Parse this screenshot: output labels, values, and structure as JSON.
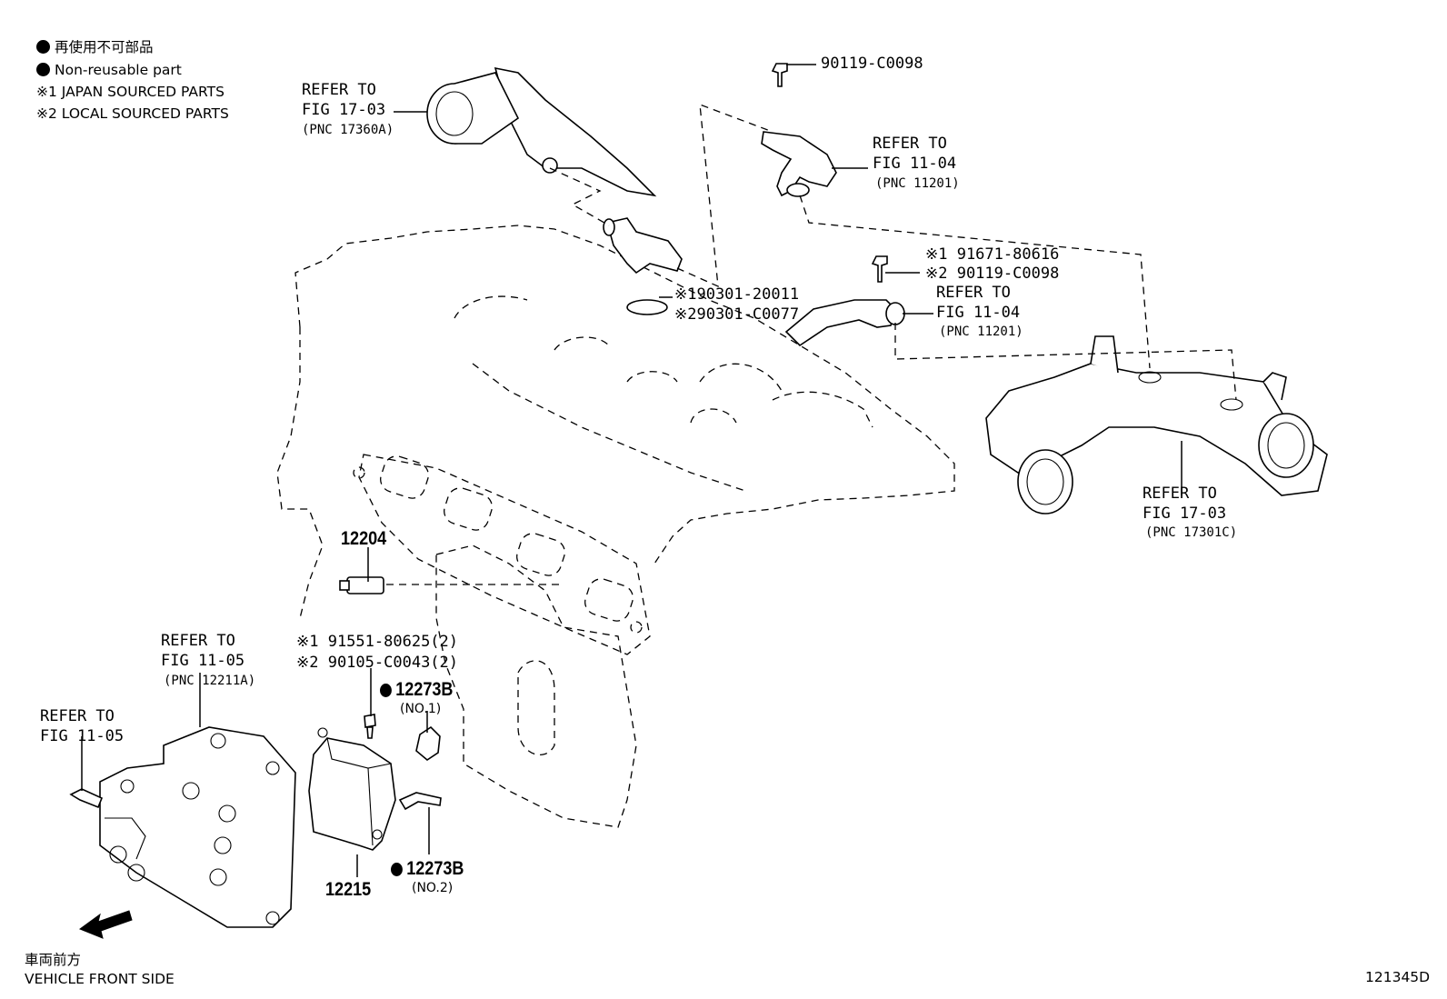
{
  "legend": {
    "non_reusable_jp": "再使用不可部品",
    "non_reusable_en": "Non-reusable part",
    "japan_sourced": "※1 JAPAN SOURCED PARTS",
    "local_sourced": "※2 LOCAL SOURCED PARTS"
  },
  "callouts": {
    "refer_1703a": {
      "l1": "REFER TO",
      "l2": "FIG 17-03",
      "l3": "(PNC 17360A)"
    },
    "bolt_top": "90119-C0098",
    "refer_1104a": {
      "l1": "REFER TO",
      "l2": "FIG 11-04",
      "l3": "(PNC 11201)"
    },
    "bolt_mid_1": "※1 91671-80616",
    "bolt_mid_2": "※2 90119-C0098",
    "refer_1104b": {
      "l1": "REFER TO",
      "l2": "FIG 11-04",
      "l3": "(PNC 11201)"
    },
    "oring_1": "※190301-20011",
    "oring_2": "※290301-C0077",
    "refer_1703b": {
      "l1": "REFER TO",
      "l2": "FIG 17-03",
      "l3": "(PNC 17301C)"
    },
    "part_12204": "12204",
    "refer_1105a": {
      "l1": "REFER TO",
      "l2": "FIG 11-05",
      "l3": "(PNC 12211A)"
    },
    "refer_1105b": {
      "l1": "REFER TO",
      "l2": "FIG 11-05"
    },
    "bolt_low_1": "※1 91551-80625(2)",
    "bolt_low_2": "※2 90105-C0043(2)",
    "gasket_no1": {
      "pn": "12273B",
      "sub": "(NO.1)"
    },
    "gasket_no2": {
      "pn": "12273B",
      "sub": "(NO.2)"
    },
    "part_12215": "12215"
  },
  "footer": {
    "front_jp": "車両前方",
    "front_en": "VEHICLE FRONT SIDE",
    "illustration_no": "121345D"
  }
}
